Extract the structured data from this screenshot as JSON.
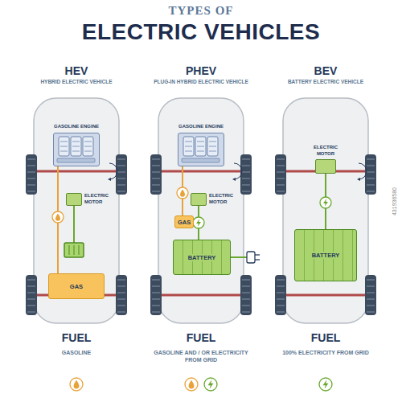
{
  "diagram": {
    "title": "ELECTRIC VEHICLES",
    "nodes": [
      {
        "text": [
          "HEV",
          "HYBRID ELECTRIC VEHICLE"
        ]
      },
      {
        "text": [
          "GASOLINE ENGINE"
        ],
        "in": 0
      },
      {
        "text": [
          "ELECTRIC MOTOR"
        ],
        "in": 0
      },
      {
        "text": [
          "GAS"
        ],
        "in": 0
      },
      {
        "text": [
          "PHEV",
          "PLUG-IN HYBRID ELECTRIC VEHICLE"
        ]
      },
      {
        "text": [
          "GASOLINE ENGINE"
        ],
        "in": 4
      },
      {
        "text": [
          "ELECTRIC MOTOR"
        ],
        "in": 4
      },
      {
        "text": [
          "GAS"
        ],
        "in": 4
      },
      {
        "text": [
          "BATTERY"
        ],
        "in": 4
      },
      {
        "text": [
          "BEV",
          "BATTERY ELECTRIC VEHICLE"
        ]
      },
      {
        "text": [
          "ELECTRIC MOTOR"
        ],
        "in": 9
      },
      {
        "text": [
          "BATTERY"
        ],
        "in": 9
      }
    ],
    "edges": [
      {
        "from": 3,
        "to": 1,
        "arrow": "none"
      },
      {
        "from": 7,
        "to": 5,
        "arrow": "none"
      },
      {
        "from": 8,
        "to": 6,
        "arrow": "none"
      },
      {
        "from": 11,
        "to": 10,
        "arrow": "none"
      }
    ],
    "labels": [
      "TYPES OF",
      "FUEL",
      "GASOLINE",
      "FUEL",
      "GASOLINE AND / OR ELECTRICITY FROM GRID",
      "FUEL",
      "100% ELECTRICITY FROM GRID",
      "431936580"
    ]
  }
}
